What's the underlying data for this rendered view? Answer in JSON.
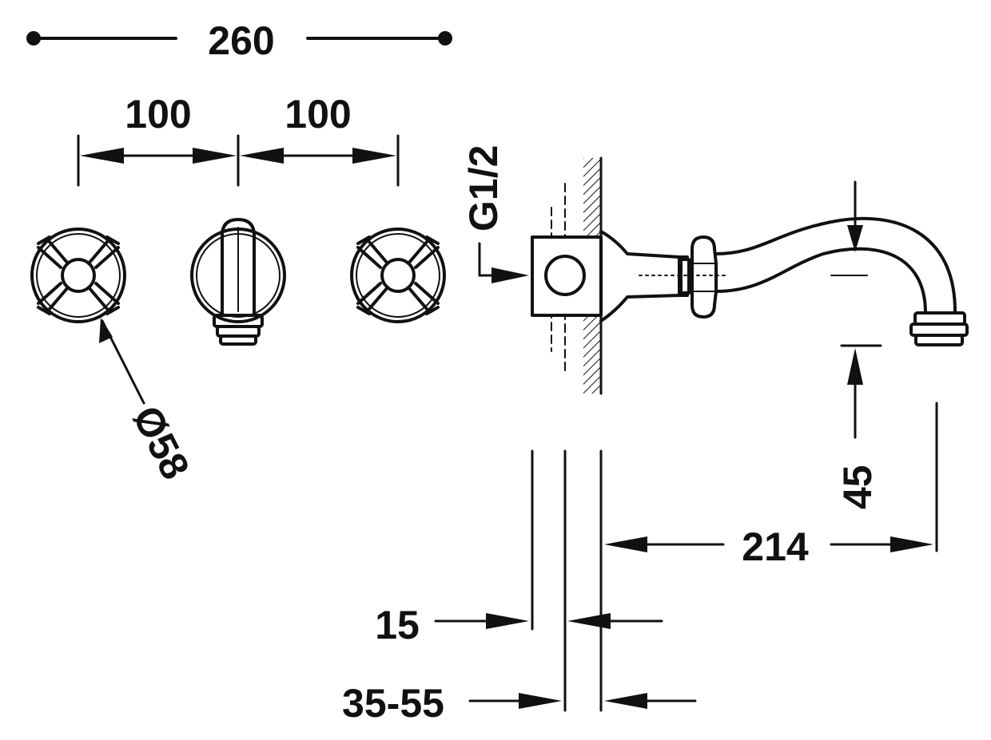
{
  "dimensions": {
    "overall_width": "260",
    "spacing_left": "100",
    "spacing_right": "100",
    "connection": "G1/2",
    "handle_diameter": "Ø58",
    "spout_height": "45",
    "spout_projection": "214",
    "plate_thickness": "15",
    "wall_range": "35-55"
  }
}
